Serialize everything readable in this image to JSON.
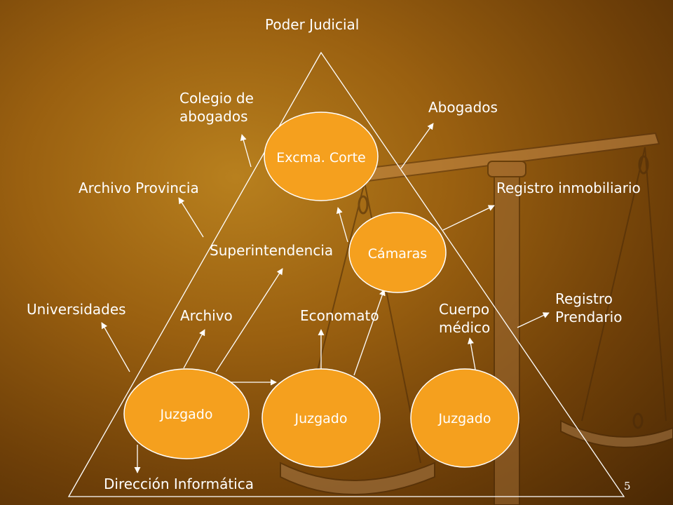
{
  "title": "Poder Judicial",
  "nodes": {
    "corte": "Excma. Corte",
    "camaras": "Cámaras",
    "juzgado_1": "Juzgado",
    "juzgado_2": "Juzgado",
    "juzgado_3": "Juzgado"
  },
  "labels": {
    "colegio": "Colegio de\nabogados",
    "abogados": "Abogados",
    "archivo_provincia": "Archivo Provincia",
    "registro_inmobiliario": "Registro inmobiliario",
    "superintendencia": "Superintendencia",
    "universidades": "Universidades",
    "archivo": "Archivo",
    "economato": "Economato",
    "cuerpo_medico": "Cuerpo\nmédico",
    "registro_prendario": "Registro\nPrendario",
    "direccion_informatica": "Dirección Informática"
  },
  "page_number": "5",
  "colors": {
    "node_fill": "#f5a01e",
    "line": "#ffffff",
    "text": "#ffffff"
  }
}
